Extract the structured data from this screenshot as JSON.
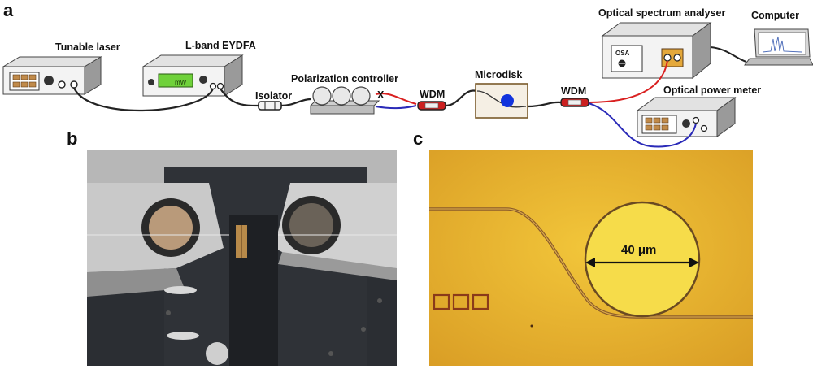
{
  "panels": {
    "a": "a",
    "b": "b",
    "c": "c"
  },
  "setup": {
    "tunable_laser": "Tunable laser",
    "edfa": "L-band EYDFA",
    "edfa_display": "mW",
    "isolator": "Isolator",
    "polarization_controller": "Polarization controller",
    "pc_marker": "X",
    "wdm_left": "WDM",
    "microdisk": "Microdisk",
    "wdm_right": "WDM",
    "osa": "Optical spectrum analyser",
    "osa_panel": "OSA",
    "computer": "Computer",
    "power_meter": "Optical power meter"
  },
  "micrograph": {
    "diameter_label": "40 μm"
  },
  "colors": {
    "fiber_black": "#222222",
    "fiber_red": "#d92020",
    "fiber_blue": "#2a2ab8",
    "microdisk_blue": "#1133dd",
    "micrograph_bg": "#e8b432",
    "disk_fill": "#f6dc4a"
  }
}
